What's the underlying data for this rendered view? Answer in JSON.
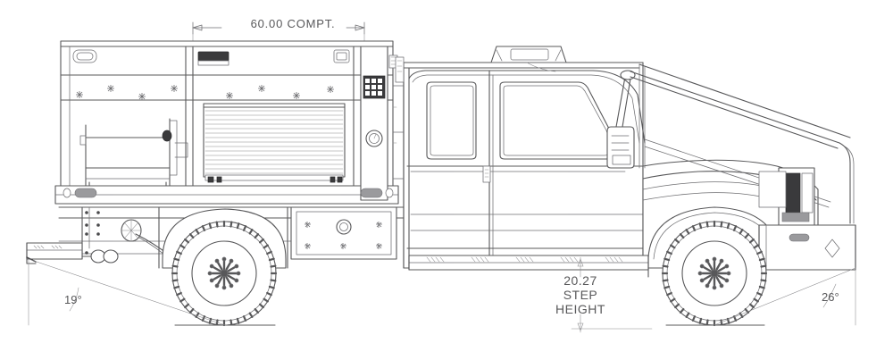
{
  "drawing": {
    "title": "Fire Apparatus Side Elevation",
    "subject": "brush-truck-side-view",
    "background_color": "#ffffff",
    "line_color": "#58585a",
    "accent_color": "#3a3a3c"
  },
  "dimensions": {
    "compartment": {
      "name": "compartment-width",
      "value": "60.00",
      "label": "60.00  COMPT.",
      "position": "top-center-left"
    },
    "step_height": {
      "name": "step-height",
      "value": "20.27",
      "line1": "20.27",
      "line2": "STEP",
      "line3": "HEIGHT",
      "position": "bottom-center"
    },
    "departure_angle": {
      "name": "rear-departure-angle",
      "value": "19°",
      "position": "bottom-left"
    },
    "approach_angle": {
      "name": "front-approach-angle",
      "value": "26°",
      "position": "bottom-right"
    }
  },
  "components": {
    "rear_body": "rear-body-compartment",
    "rollup_door": "roll-up-door",
    "hose_reel": "hose-reel",
    "control_panel": "pump-control-panel",
    "cab": "crew-cab",
    "light_bar": "roof-light-bar",
    "mirror": "side-mirror",
    "hood": "engine-hood",
    "brush_guard": "front-brush-guard",
    "front_bumper": "front-bumper",
    "rear_bumper": "rear-step-bumper",
    "rear_wheel": "rear-wheel",
    "front_wheel": "front-wheel",
    "running_board": "running-board-step",
    "ground_line": "ground-line"
  }
}
